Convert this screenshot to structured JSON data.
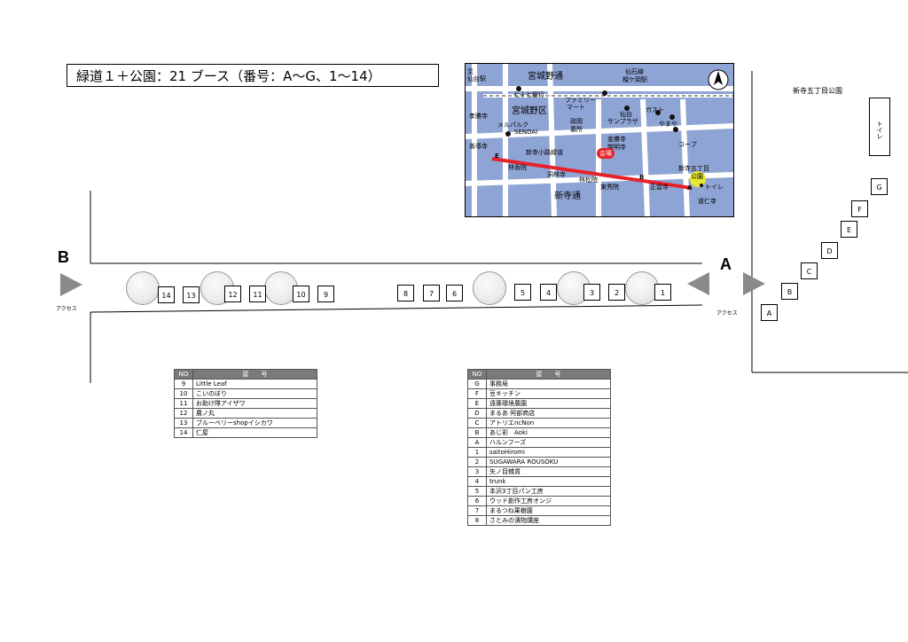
{
  "title": "緑道１＋公園：21 ブース（番号：A〜G、1〜14）",
  "access_labels": {
    "b_letter": "B",
    "a_letter": "A",
    "access": "アクセス"
  },
  "park": {
    "name": "新寺五丁目公園",
    "toilet": "トイレ"
  },
  "greenway_booths": [
    "14",
    "13",
    "12",
    "11",
    "10",
    "9",
    "8",
    "7",
    "6",
    "5",
    "4",
    "3",
    "2",
    "1"
  ],
  "park_booths": [
    "A",
    "B",
    "C",
    "D",
    "E",
    "F",
    "G"
  ],
  "map_inset": {
    "labels": {
      "miyagino_dori": "宮城野通",
      "senseki": "仙石線",
      "tsutsujigaoka": "榴ケ岡駅",
      "shichijushichi": "七十七銀行",
      "family": "ファミリー",
      "mart": "マート",
      "ward": "宮城野区",
      "sendai_sunplaza": "仙台",
      "sunplaza": "サンプラザ",
      "gusto": "ガスト",
      "yamaya": "やまや",
      "parque": "メルパルク",
      "parque2": "SENDAI",
      "seikyo": "政岡",
      "seikyo2": "墓所",
      "coop": "コープ",
      "konshoji": "金勝寺",
      "eimyoji": "榮明寺",
      "shimpa": "至",
      "kaiji": "仙台駅",
      "koshoji": "孝勝寺",
      "zenshoji": "善導寺",
      "komichi": "新寺小路緑道",
      "venue": "会場",
      "rinkoin": "林香院",
      "toinji": "洞林寺",
      "rinshoin": "林松院",
      "toshuin": "東秀院",
      "shoun": "正雲寺",
      "shinderadori": "新寺通",
      "park5": "新寺五丁目",
      "park5b": "公園",
      "toilet_small": "トイレ",
      "dojinji": "道仁寺",
      "e_mark": "E",
      "b_mark": "B",
      "a_mark": "A"
    }
  },
  "legend_left": {
    "header": [
      "NO",
      "屋　　号"
    ],
    "rows": [
      [
        "9",
        "Little Leaf"
      ],
      [
        "10",
        "こいのぼり"
      ],
      [
        "11",
        "お助け隊アイザワ"
      ],
      [
        "12",
        "農ノ丸"
      ],
      [
        "13",
        "ブルーベリーshopイシカワ"
      ],
      [
        "14",
        "仁屋"
      ]
    ]
  },
  "legend_right": {
    "header": [
      "NO",
      "屋　　号"
    ],
    "rows": [
      [
        "G",
        "事務局"
      ],
      [
        "F",
        "豆キッチン"
      ],
      [
        "E",
        "遠藤環境農園"
      ],
      [
        "D",
        "まるあ 阿部商店"
      ],
      [
        "C",
        "アトリエncNon"
      ],
      [
        "B",
        "あじ彩　Aoki"
      ],
      [
        "A",
        "ハルンフーズ"
      ],
      [
        "1",
        "saitoHiromi"
      ],
      [
        "2",
        "SUGAWARA ROUSOKU"
      ],
      [
        "3",
        "矢ノ目雑貨"
      ],
      [
        "4",
        "trunk"
      ],
      [
        "5",
        "本沢3丁目パン工房"
      ],
      [
        "6",
        "ウッド創作工房オンジ"
      ],
      [
        "7",
        "まるつね果樹園"
      ],
      [
        "8",
        "さとみの漬物講座"
      ]
    ]
  },
  "colors": {
    "map_bg": "#8ea4d4",
    "route": "#e8202a",
    "legend_head": "#7a7a7a"
  }
}
